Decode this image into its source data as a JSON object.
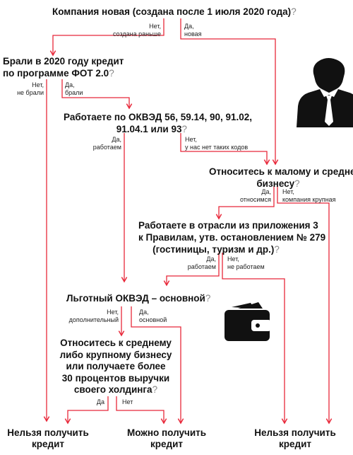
{
  "questions": {
    "q1": {
      "text": "Компания новая (создана после 1 июля 2020 года)",
      "mark": "?"
    },
    "q2": {
      "line1": "Брали в 2020 году кредит",
      "line2": "по программе ФОТ 2.0",
      "mark": "?"
    },
    "q3": {
      "line1": "Работаете по ОКВЭД 56, 59.14, 90, 91.02,",
      "line2": "91.04.1 или 93",
      "mark": "?"
    },
    "q4": {
      "line1": "Относитесь к малому и среднему",
      "line2": "бизнесу",
      "mark": "?"
    },
    "q5": {
      "line1": "Работаете в отрасли из приложения 3",
      "line2": "к Правилам, утв. остановлением № 279",
      "line3": "(гостиницы, туризм и др.)",
      "mark": "?"
    },
    "q6": {
      "text": "Льготный ОКВЭД – основной",
      "mark": "?"
    },
    "q7": {
      "line1": "Относитесь к среднему",
      "line2": "либо крупному бизнесу",
      "line3": "или получаете более",
      "line4": "30 процентов выручки",
      "line5": "своего холдинга",
      "mark": "?"
    }
  },
  "branch_labels": {
    "q1_no": {
      "line1": "Нет,",
      "line2": "создана раньше"
    },
    "q1_yes": {
      "line1": "Да,",
      "line2": "новая"
    },
    "q2_no": {
      "line1": "Нет,",
      "line2": "не брали"
    },
    "q2_yes": {
      "line1": "Да,",
      "line2": "брали"
    },
    "q3_yes": {
      "line1": "Да,",
      "line2": "работаем"
    },
    "q3_no": {
      "line1": "Нет,",
      "line2": "у нас нет таких кодов"
    },
    "q4_yes": {
      "line1": "Да,",
      "line2": "относимся"
    },
    "q4_no": {
      "line1": "Нет,",
      "line2": "компания крупная"
    },
    "q5_yes": {
      "line1": "Да,",
      "line2": "работаем"
    },
    "q5_no": {
      "line1": "Нет,",
      "line2": "не работаем"
    },
    "q6_no": {
      "line1": "Нет,",
      "line2": "дополнительный"
    },
    "q6_yes": {
      "line1": "Да,",
      "line2": "основной"
    },
    "q7_yes": {
      "line1": "Да"
    },
    "q7_no": {
      "line1": "Нет"
    }
  },
  "results": {
    "left": {
      "line1": "Нельзя получить",
      "line2": "кредит"
    },
    "middle": {
      "line1": "Можно получить",
      "line2": "кредит"
    },
    "right": {
      "line1": "Нельзя получить",
      "line2": "кредит"
    }
  },
  "icons": {
    "person": "businessman-icon",
    "wallet": "wallet-icon"
  },
  "colors": {
    "arrow": "#e8283a",
    "text": "#111111",
    "question_mark": "#888888"
  }
}
